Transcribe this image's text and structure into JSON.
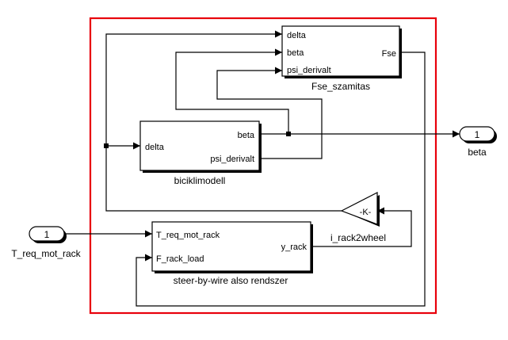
{
  "blocks": {
    "fse": {
      "inputs": [
        "delta",
        "beta",
        "psi_derivalt"
      ],
      "output": "Fse",
      "name": "Fse_szamitas"
    },
    "bici": {
      "input": "delta",
      "outputs": [
        "beta",
        "psi_derivalt"
      ],
      "name": "biciklimodell"
    },
    "sbw": {
      "inputs": [
        "T_req_mot_rack",
        "F_rack_load"
      ],
      "output": "y_rack",
      "name": "steer-by-wire also rendszer"
    },
    "gain": {
      "value": "-K-",
      "name": "i_rack2wheel"
    }
  },
  "ports": {
    "in1": {
      "number": "1",
      "name": "T_req_mot_rack"
    },
    "out1": {
      "number": "1",
      "name": "beta"
    }
  },
  "colors": {
    "subsystem_border": "#e8000b",
    "line": "#000000",
    "background": "#ffffff"
  }
}
